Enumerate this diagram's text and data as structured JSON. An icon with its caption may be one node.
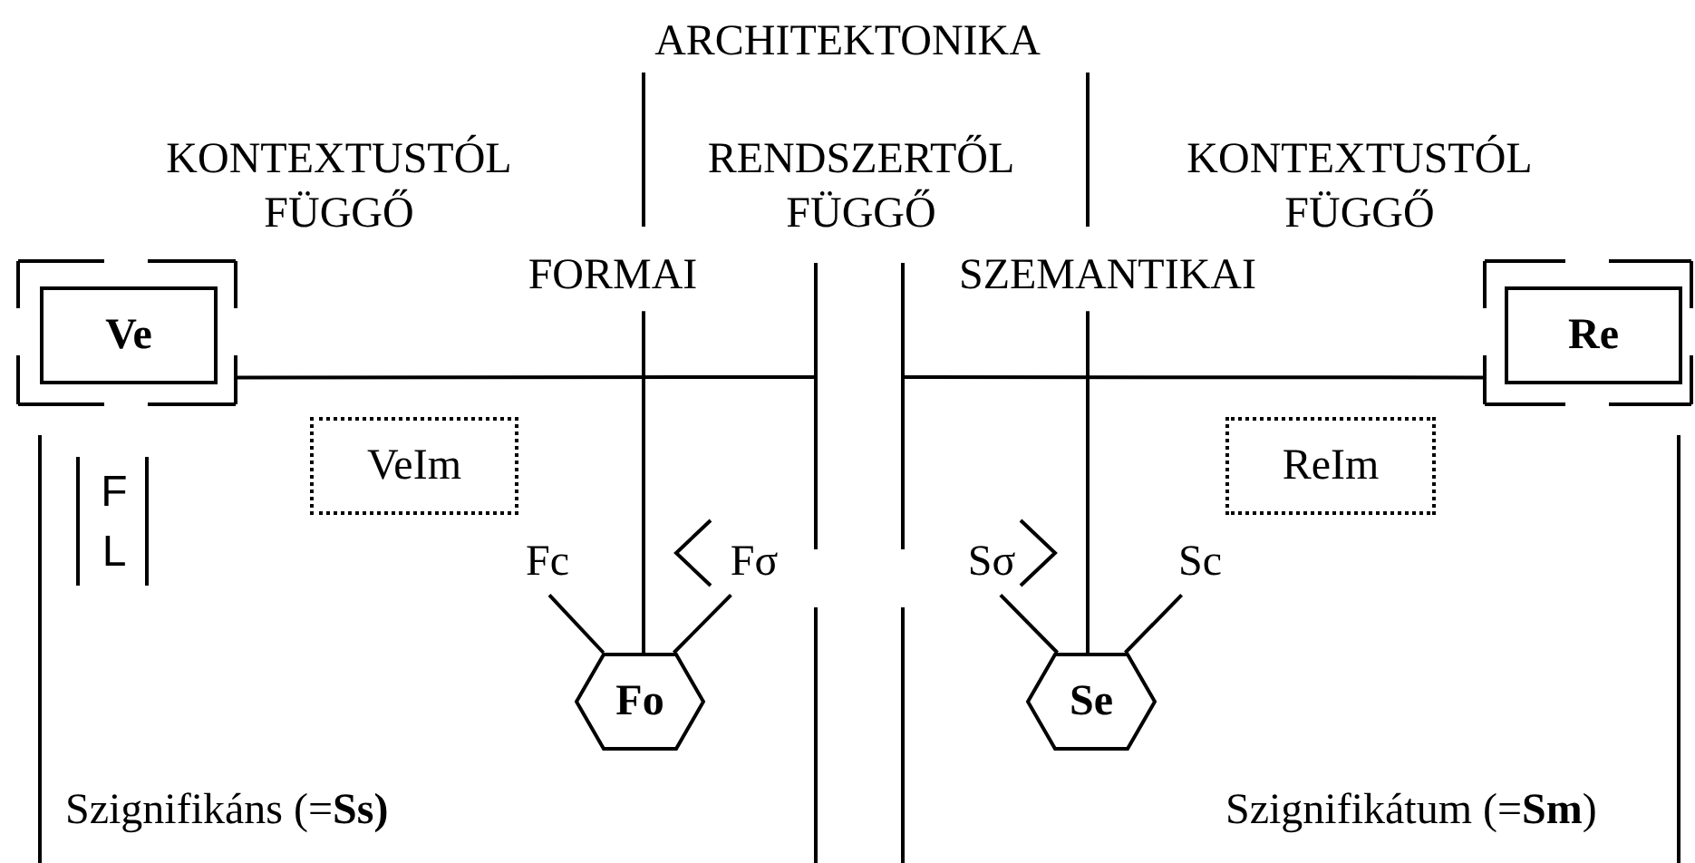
{
  "diagram": {
    "nodes": [
      {
        "text": [
          "FORMAI"
        ]
      },
      {
        "text": [
          "SZEMANTIKAI"
        ]
      },
      {
        "text": [
          "Ve"
        ]
      },
      {
        "text": [
          "Re"
        ]
      },
      {
        "text": [
          "VeIm"
        ]
      },
      {
        "text": [
          "ReIm"
        ]
      },
      {
        "text": [
          "Fc"
        ]
      },
      {
        "text": [
          "Fσ"
        ]
      },
      {
        "text": [
          "Sσ"
        ]
      },
      {
        "text": [
          "Sc"
        ]
      },
      {
        "text": [
          "Fo"
        ]
      },
      {
        "text": [
          "Se"
        ]
      }
    ],
    "edges": [
      {
        "from": 2,
        "to": null,
        "arrow": "none"
      },
      {
        "from": 3,
        "to": null,
        "arrow": "none"
      },
      {
        "from": 0,
        "to": 10,
        "arrow": "none"
      },
      {
        "from": 6,
        "to": 10,
        "arrow": "none"
      },
      {
        "from": 7,
        "to": 10,
        "arrow": "none"
      },
      {
        "from": 1,
        "to": 11,
        "arrow": "none"
      },
      {
        "from": 8,
        "to": 11,
        "arrow": "none"
      },
      {
        "from": 9,
        "to": 11,
        "arrow": "none"
      }
    ],
    "labels": [
      "ARCHITEKTONIKA",
      "KONTEXTUSTÓL FÜGGŐ",
      "RENDSZERTŐL FÜGGŐ",
      "KONTEXTUSTÓL FÜGGŐ",
      "F",
      "L",
      "Szignifikáns (=**Ss)**",
      "Szignifikátum (=**Sm**)"
    ]
  }
}
